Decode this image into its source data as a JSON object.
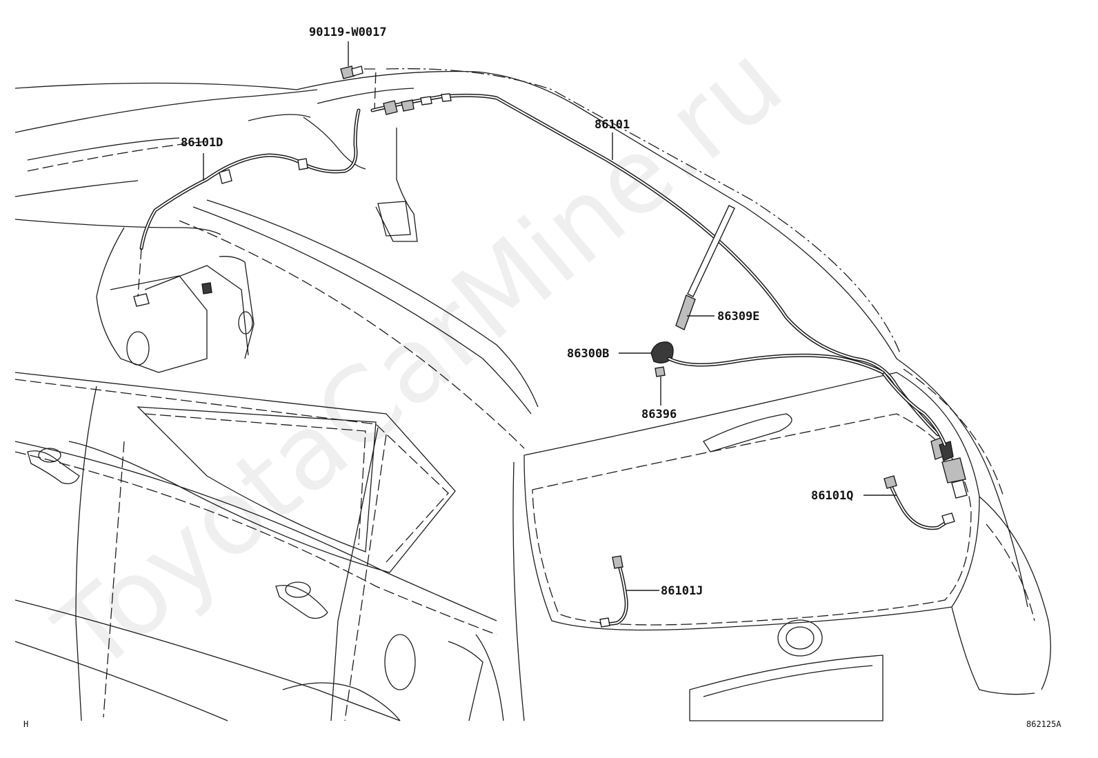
{
  "watermark": "ToyotaCarMine.ru",
  "corner_left": "H",
  "corner_right": "862125A",
  "callouts": {
    "bolt": "90119-W0017",
    "roof_cable": "86101",
    "front_cable": "86101D",
    "antenna_rod": "86309E",
    "antenna_base": "86300B",
    "antenna_nut": "86396",
    "rear_cord_q": "86101Q",
    "rear_cord_j": "86101J"
  }
}
